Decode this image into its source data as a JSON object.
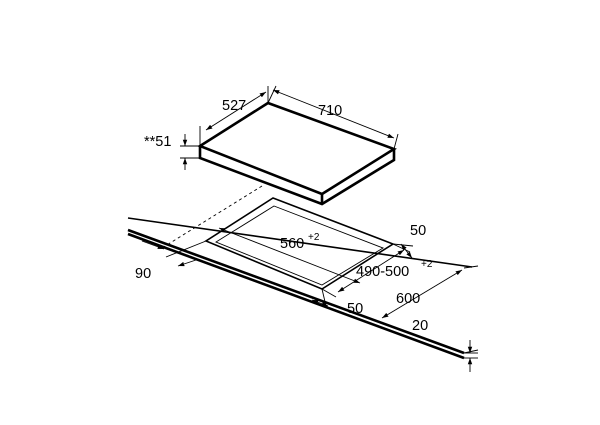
{
  "dimensions": {
    "hob_depth": "527",
    "hob_width": "710",
    "hob_height": "**51",
    "cutout_width": "560",
    "cutout_width_tol": "+2",
    "cutout_depth": "490-500",
    "cutout_depth_tol": "+2",
    "rear_clearance": "50",
    "front_clearance": "50",
    "worktop_depth": "600",
    "worktop_thickness": "20",
    "side_clearance": "90"
  }
}
